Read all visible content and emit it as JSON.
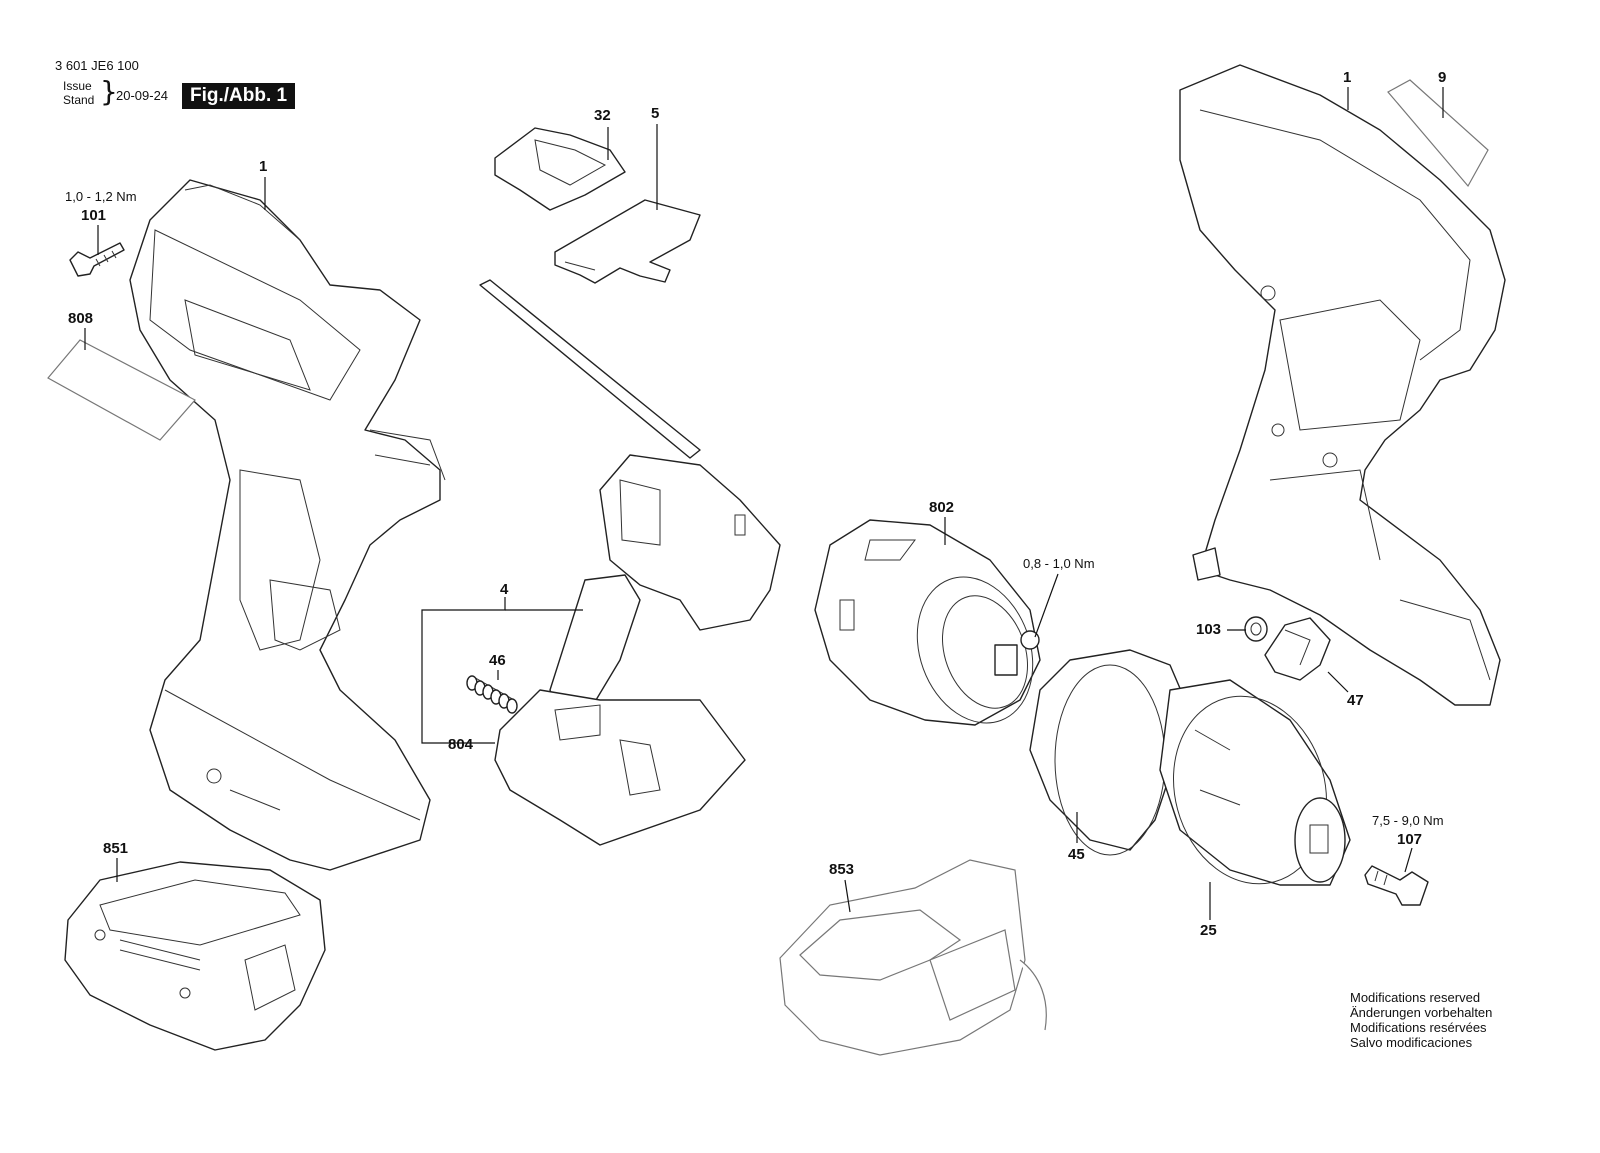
{
  "header": {
    "part_number": "3 601 JE6 100",
    "issue_label": "Issue",
    "stand_label": "Stand",
    "date": "20-09-24",
    "figure_label": "Fig./Abb. 1"
  },
  "callouts": {
    "p1_left": "1",
    "p1_right": "1",
    "p9": "9",
    "p32": "32",
    "p5": "5",
    "p101": "101",
    "p808": "808",
    "p4": "4",
    "p46": "46",
    "p804": "804",
    "p802": "802",
    "p103": "103",
    "p47": "47",
    "p45": "45",
    "p25": "25",
    "p107": "107",
    "p851": "851",
    "p853": "853"
  },
  "torques": {
    "t101": "1,0 - 1,2 Nm",
    "t802": "0,8 - 1,0 Nm",
    "t107": "7,5 - 9,0 Nm"
  },
  "modifications": [
    "Modifications reserved",
    "Änderungen vorbehalten",
    "Modifications resérvées",
    "Salvo modificaciones"
  ]
}
